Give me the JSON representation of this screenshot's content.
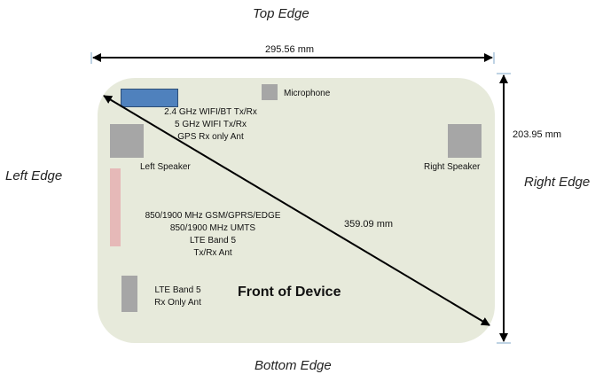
{
  "edges": {
    "top": "Top Edge",
    "bottom": "Bottom Edge",
    "left": "Left Edge",
    "right": "Right Edge"
  },
  "dimensions": {
    "width": "295.56 mm",
    "height": "203.95 mm",
    "diagonal": "359.09 mm"
  },
  "device_title": "Front of Device",
  "components": {
    "microphone": "Microphone",
    "left_speaker": "Left Speaker",
    "right_speaker": "Right Speaker",
    "wifi_antenna": [
      "2.4 GHz WIFI/BT Tx/Rx",
      "5 GHz WIFI Tx/Rx",
      "GPS Rx only Ant"
    ],
    "main_antenna": [
      "850/1900 MHz GSM/GPRS/EDGE",
      "850/1900 MHz UMTS",
      "LTE Band 5",
      "Tx/Rx  Ant"
    ],
    "lte_rx_antenna": [
      "LTE Band 5",
      "Rx Only Ant"
    ]
  },
  "colors": {
    "device": "#e7eadb",
    "wifi_antenna": "#4f81bd",
    "main_antenna": "#e6b9b8",
    "component": "#a6a6a6"
  }
}
